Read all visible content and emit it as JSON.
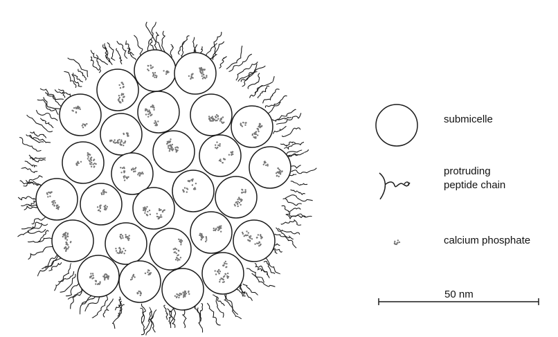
{
  "legend": {
    "submicelle": "submicelle",
    "peptide_line1": "protruding",
    "peptide_line2": "peptide chain",
    "calcium": "calcium phosphate"
  },
  "scale_bar": {
    "label": "50 nm"
  },
  "colors": {
    "ink": "#1a1a1a",
    "dot": "#777777",
    "background": "#ffffff"
  }
}
